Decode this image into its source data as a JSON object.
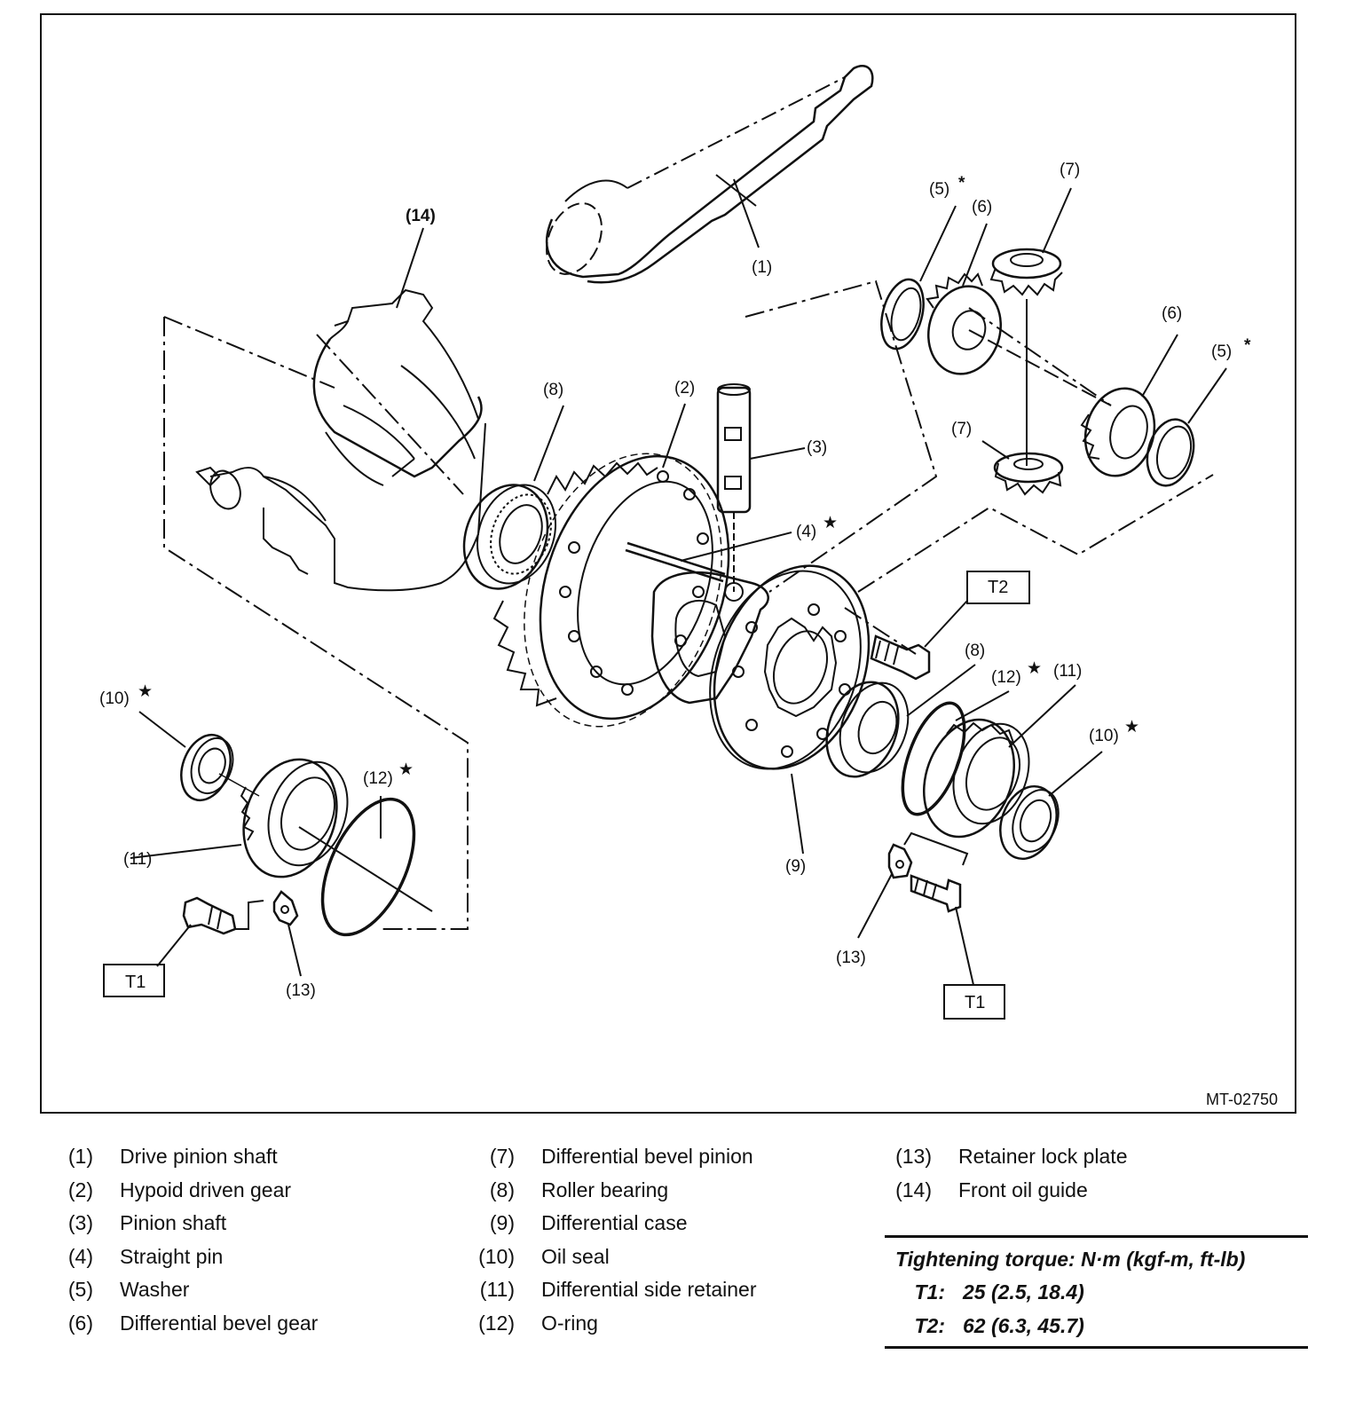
{
  "diagram": {
    "figure_id": "MT-02750",
    "callouts": {
      "c1": "(1)",
      "c2": "(2)",
      "c3": "(3)",
      "c4": "(4)",
      "c5a": "(5)",
      "c5b": "(5)",
      "c6a": "(6)",
      "c6b": "(6)",
      "c7a": "(7)",
      "c7b": "(7)",
      "c8a": "(8)",
      "c8b": "(8)",
      "c9": "(9)",
      "c10a": "(10)",
      "c10b": "(10)",
      "c11a": "(11)",
      "c11b": "(11)",
      "c12a": "(12)",
      "c12b": "(12)",
      "c13a": "(13)",
      "c13b": "(13)",
      "c14": "(14)"
    },
    "markers": {
      "star": "★",
      "asterisk": "*"
    },
    "torque_boxes": {
      "t1_left": "T1",
      "t1_right": "T1",
      "t2": "T2"
    }
  },
  "legend": [
    {
      "num": "(1)",
      "name": "Drive pinion shaft"
    },
    {
      "num": "(2)",
      "name": "Hypoid driven gear"
    },
    {
      "num": "(3)",
      "name": "Pinion shaft"
    },
    {
      "num": "(4)",
      "name": "Straight pin"
    },
    {
      "num": "(5)",
      "name": "Washer"
    },
    {
      "num": "(6)",
      "name": "Differential bevel gear"
    },
    {
      "num": "(7)",
      "name": "Differential bevel pinion"
    },
    {
      "num": "(8)",
      "name": "Roller bearing"
    },
    {
      "num": "(9)",
      "name": "Differential case"
    },
    {
      "num": "(10)",
      "name": "Oil seal"
    },
    {
      "num": "(11)",
      "name": "Differential side retainer"
    },
    {
      "num": "(12)",
      "name": "O-ring"
    },
    {
      "num": "(13)",
      "name": "Retainer lock plate"
    },
    {
      "num": "(14)",
      "name": "Front oil guide"
    }
  ],
  "torque": {
    "title": "Tightening torque: N·m (kgf-m, ft-lb)",
    "rows": [
      {
        "key": "T1:",
        "value": "25 (2.5, 18.4)"
      },
      {
        "key": "T2:",
        "value": "62 (6.3, 45.7)"
      }
    ]
  }
}
